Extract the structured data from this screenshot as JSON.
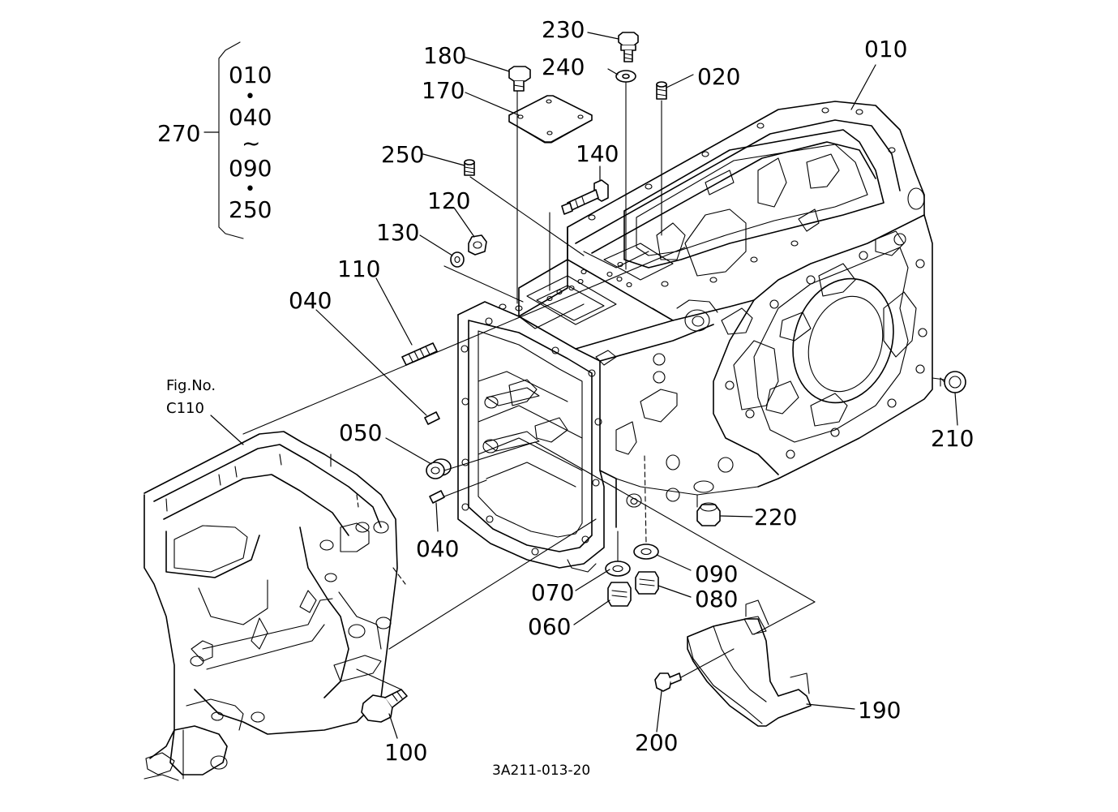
{
  "diagram": {
    "drawing_code": "3A211-013-20",
    "figure_reference": {
      "line1": "Fig.No.",
      "line2": "C110"
    },
    "group": {
      "label": "270",
      "members": [
        "010",
        "040",
        "090",
        "250"
      ],
      "separator_1": "•",
      "separator_2": "~",
      "separator_3": "•"
    },
    "callouts": {
      "p010": "010",
      "p020": "020",
      "p040a": "040",
      "p040b": "040",
      "p050": "050",
      "p060": "060",
      "p070": "070",
      "p080": "080",
      "p090": "090",
      "p100": "100",
      "p110": "110",
      "p120": "120",
      "p130": "130",
      "p140": "140",
      "p170": "170",
      "p180": "180",
      "p190": "190",
      "p200": "200",
      "p210": "210",
      "p220": "220",
      "p230": "230",
      "p240": "240",
      "p250": "250"
    }
  }
}
